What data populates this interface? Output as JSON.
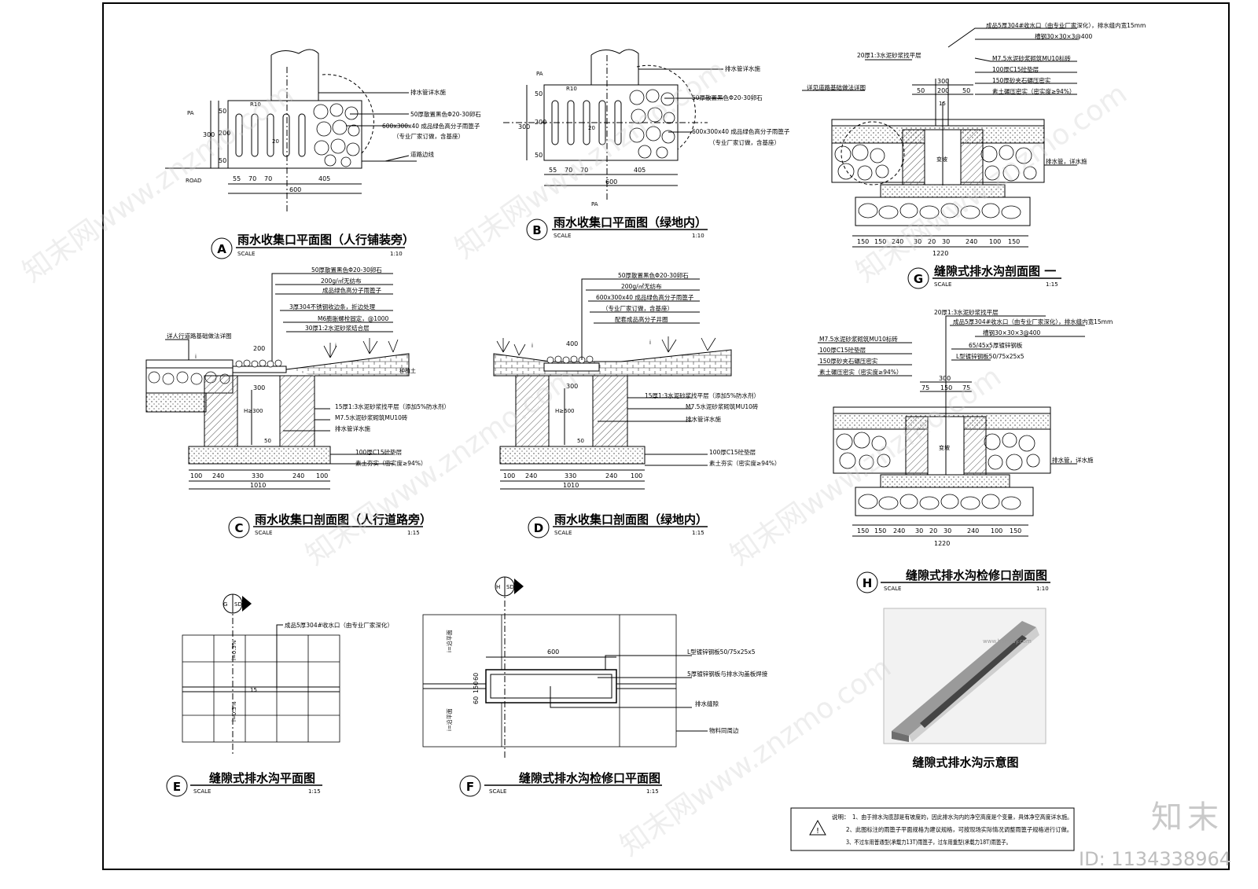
{
  "drawings": {
    "A": {
      "letter": "A",
      "title": "雨水收集口平面图（人行铺装旁）",
      "scale_word": "SCALE",
      "scale": "1:10",
      "notes": [
        "排水管详水施",
        "50厚散置黑色Φ20-30卵石",
        "600x300x40 成品绿色高分子雨篦子",
        "（专业厂家订做，含基座）",
        "道路边线"
      ],
      "labels": [
        "PA",
        "ROAD",
        "R10",
        "20"
      ],
      "dims": [
        "50",
        "200",
        "50",
        "300",
        "55",
        "70",
        "70",
        "405",
        "600"
      ]
    },
    "B": {
      "letter": "B",
      "title": "雨水收集口平面图（绿地内）",
      "scale_word": "SCALE",
      "scale": "1:10",
      "notes": [
        "排水管详水施",
        "50厚散置黑色Φ20-30卵石",
        "600x300x40 成品绿色高分子雨篦子",
        "（专业厂家订做，含基座）"
      ],
      "labels": [
        "PA",
        "PA",
        "R10",
        "20"
      ],
      "dims": [
        "50",
        "200",
        "50",
        "300",
        "55",
        "70",
        "70",
        "405",
        "600"
      ]
    },
    "C": {
      "letter": "C",
      "title": "雨水收集口剖面图（人行道路旁）",
      "scale_word": "SCALE",
      "scale": "1:15",
      "notes": [
        "50厚散置黑色Φ20-30卵石",
        "200g/㎡无纺布",
        "成品绿色高分子雨篦子",
        "3厚304不锈钢收边条，折边处理",
        "M6膨胀螺栓固定，@1000",
        "30厚1:2水泥砂浆结合层",
        "详人行道路基础做法详图",
        "15厚1:3水泥砂浆找平层（添加5%防水剂）",
        "M7.5水泥砂浆砌筑MU10砖",
        "排水管详水施",
        "100厚C15砼垫层",
        "素土夯实（密实度≥94%）"
      ],
      "labels": [
        "H≥300",
        "50",
        "i",
        "i",
        "种植土"
      ],
      "dims": [
        "200",
        "300",
        "100",
        "240",
        "330",
        "240",
        "100",
        "1010"
      ]
    },
    "D": {
      "letter": "D",
      "title": "雨水收集口剖面图（绿地内）",
      "scale_word": "SCALE",
      "scale": "1:15",
      "notes": [
        "50厚散置黑色Φ20-30卵石",
        "200g/㎡无纺布",
        "600x300x40 成品绿色高分子雨篦子",
        "（专业厂家订做，含基座）",
        "配套成品高分子井圈",
        "15厚1:3水泥砂浆找平层（添加5%防水剂）",
        "M7.5水泥砂浆砌筑MU10砖",
        "排水管详水施",
        "100厚C15砼垫层",
        "素土夯实（密实度≥94%）"
      ],
      "labels": [
        "H≥600",
        "50",
        "i",
        "i"
      ],
      "dims": [
        "400",
        "300",
        "100",
        "240",
        "330",
        "240",
        "100",
        "1010"
      ]
    },
    "G": {
      "letter": "G",
      "title": "缝隙式排水沟剖面图 一",
      "scale_word": "SCALE",
      "scale": "1:15",
      "notes": [
        "成品5厚304#收水口（由专业厂家深化），排水缝内宽15mm",
        "槽钢30×30×3@400",
        "20厚1:3水泥砂浆找平层",
        "M7.5水泥砂浆砌筑MU10标砖",
        "100厚C15砼垫层",
        "150厚砂夹石碾压密实",
        "素土碾压密实（密实度≥94%）",
        "详见道路基础做法详图",
        "排水管，详水施"
      ],
      "labels": [
        "15",
        "变坡"
      ],
      "dims": [
        "300",
        "50",
        "200",
        "50",
        "150",
        "150",
        "240",
        "30",
        "20",
        "30",
        "240",
        "100",
        "150",
        "1220"
      ]
    },
    "H": {
      "letter": "H",
      "title": "缝隙式排水沟检修口剖面图",
      "scale_word": "SCALE",
      "scale": "1:10",
      "notes": [
        "20厚1:3水泥砂浆找平层",
        "成品5厚304#收水口（由专业厂家深化），排水缝内宽15mm",
        "槽钢30×30×3@400",
        "M7.5水泥砂浆砌筑MU10标砖",
        "100厚C15砼垫层",
        "150厚砂夹石碾压密实",
        "素土碾压密实（密实度≥94%）",
        "65/45x5厚镀锌钢板",
        "L型镀锌钢板50/75x25x5",
        "排水管，详水施"
      ],
      "labels": [
        "变坡"
      ],
      "dims": [
        "300",
        "75",
        "150",
        "75",
        "150",
        "150",
        "240",
        "30",
        "20",
        "30",
        "240",
        "100",
        "150",
        "1220"
      ]
    },
    "E": {
      "letter": "E",
      "title": "缝隙式排水沟平面图",
      "scale_word": "SCALE",
      "scale": "1:15",
      "notes": [
        "成品5厚304#收水口（由专业厂家深化）"
      ],
      "labels": [
        "G",
        "SD",
        "i=0.3%",
        "i=0.3%",
        "15"
      ]
    },
    "F": {
      "letter": "F",
      "title": "缝隙式排水沟检修口平面图",
      "scale_word": "SCALE",
      "scale": "1:15",
      "notes": [
        "L型镀锌钢板50/75x25x5",
        "5厚镀锌钢板与排水沟盖板焊接",
        "排水缝隙",
        "物料同周边"
      ],
      "labels": [
        "H",
        "SD",
        "i=沿平面",
        "i=沿平面"
      ],
      "dims": [
        "600",
        "60",
        "150",
        "60"
      ]
    },
    "photo": {
      "title": "缝隙式排水沟示意图",
      "watermark": "www.homray.com"
    }
  },
  "notes_box": {
    "lead": "说明：",
    "items": [
      "1、由于排水沟底部是有坡度的，因此排水沟内的净空高度是个变量，具体净空高度详水施。",
      "2、此图标注的雨篦子平面规格为建议规格，可按现场实际情况调整雨篦子规格进行订做。",
      "3、不过车用普通型(承载力13T)雨篦子，过车用重型(承载力18T)雨篦子。"
    ]
  },
  "watermark": {
    "text_cn": "知末网www.znzmo.com",
    "brand": "知末",
    "id": "ID: 1134338964"
  },
  "colors": {
    "line": "#000000",
    "hatch": "#555555",
    "watermark": "#cfcfcf"
  }
}
